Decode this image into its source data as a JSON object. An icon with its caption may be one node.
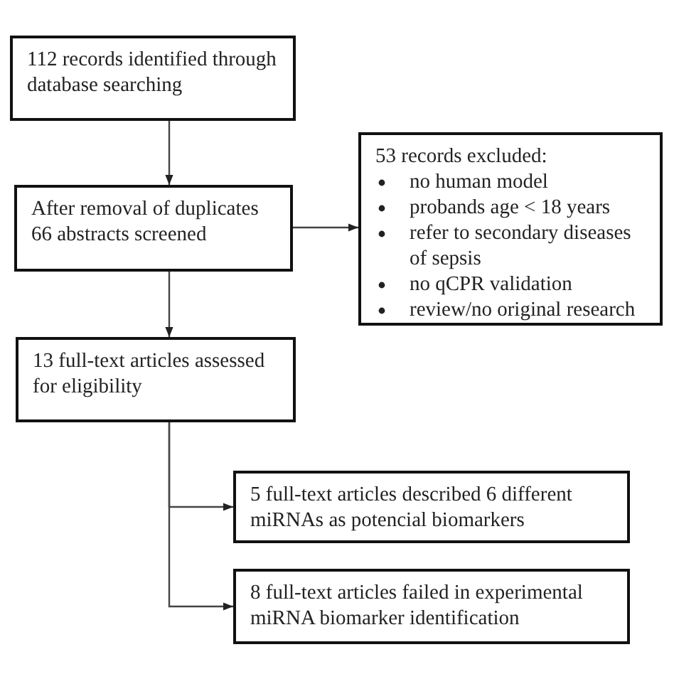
{
  "diagram": {
    "nodes": [
      {
        "text": [
          "112 records identified through database searching"
        ]
      },
      {
        "text": [
          "After removal of duplicates 66 abstracts screened"
        ]
      },
      {
        "text": [
          "53 records excluded:",
          "no human model",
          "probands age < 18 years",
          "refer to secondary diseases of sepsis",
          "no qCPR validation",
          "review/no original research"
        ]
      },
      {
        "text": [
          "13 full-text articles assessed for eligibility"
        ]
      },
      {
        "text": [
          "5 full-text articles described 6 different miRNAs as potencial biomarkers"
        ]
      },
      {
        "text": [
          "8 full-text articles failed in experimental miRNA biomarker identification"
        ]
      }
    ],
    "edges": [
      {
        "from": 0,
        "to": 1,
        "arrow": "to"
      },
      {
        "from": 1,
        "to": 2,
        "arrow": "to"
      },
      {
        "from": 1,
        "to": 3,
        "arrow": "to"
      },
      {
        "from": 3,
        "to": 4,
        "arrow": "to"
      },
      {
        "from": 3,
        "to": 5,
        "arrow": "to"
      }
    ]
  }
}
